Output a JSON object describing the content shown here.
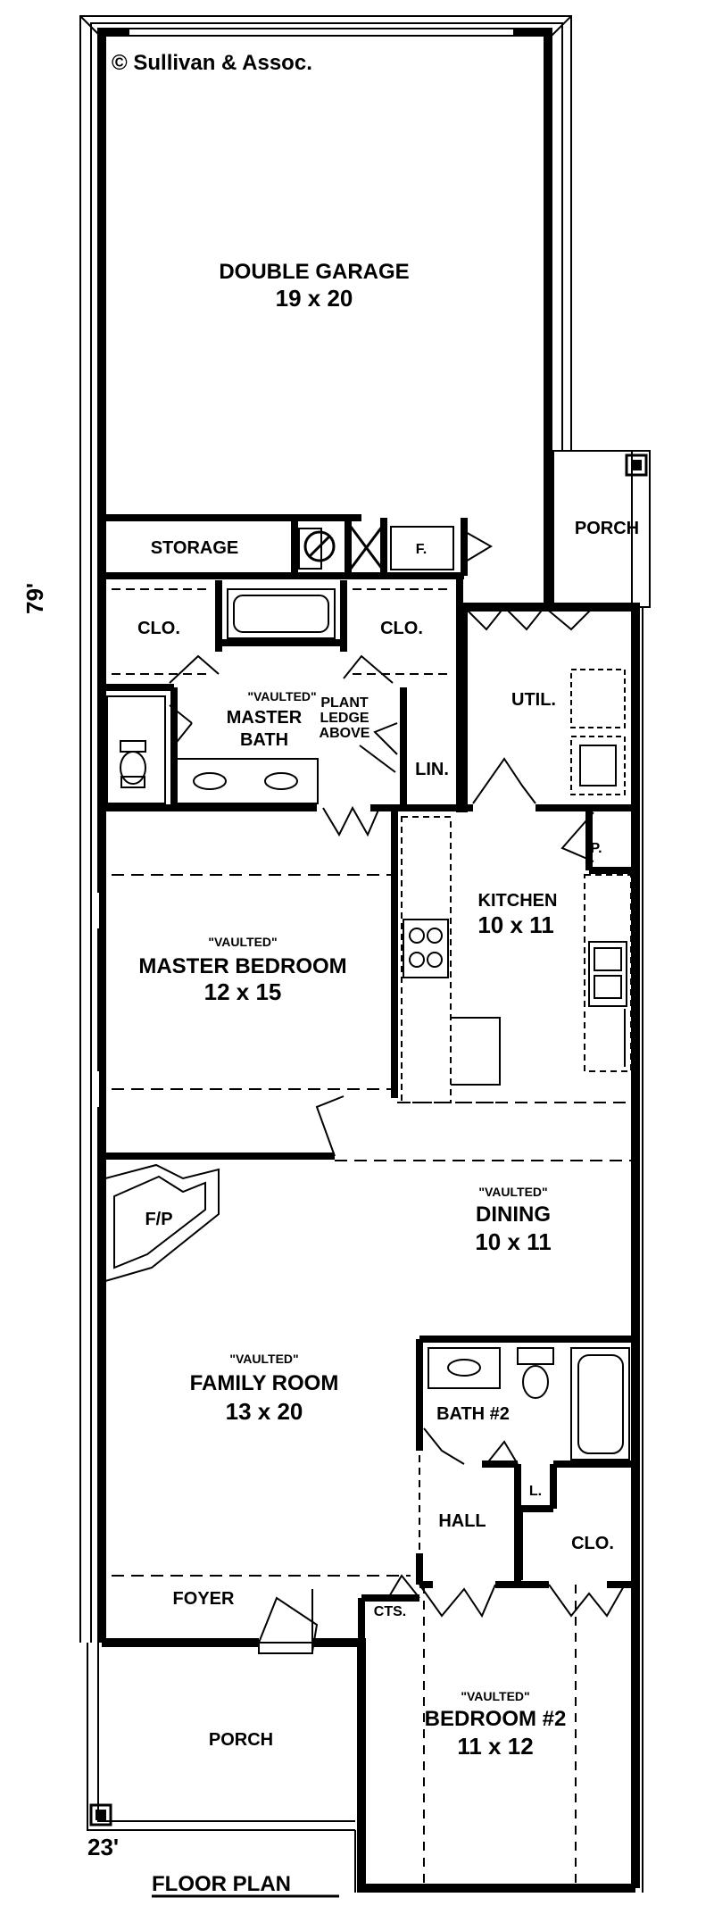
{
  "copyright": "© Sullivan & Assoc.",
  "dims": {
    "depth": "79'",
    "width": "23'"
  },
  "title": "FLOOR PLAN",
  "rooms": {
    "garage": {
      "name": "DOUBLE GARAGE",
      "size": "19 x 20"
    },
    "storage": "STORAGE",
    "freezer": "F.",
    "porch_side": "PORCH",
    "closet_left": "CLO.",
    "closet_right": "CLO.",
    "master_bath": {
      "note": "\"VAULTED\"",
      "line1": "MASTER",
      "line2": "BATH"
    },
    "plant_ledge": {
      "line1": "PLANT",
      "line2": "LEDGE",
      "line3": "ABOVE"
    },
    "linen": "LIN.",
    "utility": "UTIL.",
    "pantry": "P.",
    "kitchen": {
      "name": "KITCHEN",
      "size": "10 x 11"
    },
    "master_bedroom": {
      "note": "\"VAULTED\"",
      "name": "MASTER BEDROOM",
      "size": "12 x 15"
    },
    "fireplace": "F/P",
    "dining": {
      "note": "\"VAULTED\"",
      "name": "DINING",
      "size": "10 x 11"
    },
    "family_room": {
      "note": "\"VAULTED\"",
      "name": "FAMILY ROOM",
      "size": "13 x 20"
    },
    "bath2": "BATH #2",
    "linen_small": "L.",
    "hall": "HALL",
    "closet_bed2": "CLO.",
    "foyer": "FOYER",
    "coats": "CTS.",
    "porch_front": "PORCH",
    "bedroom2": {
      "note": "\"VAULTED\"",
      "name": "BEDROOM #2",
      "size": "11 x 12"
    }
  }
}
